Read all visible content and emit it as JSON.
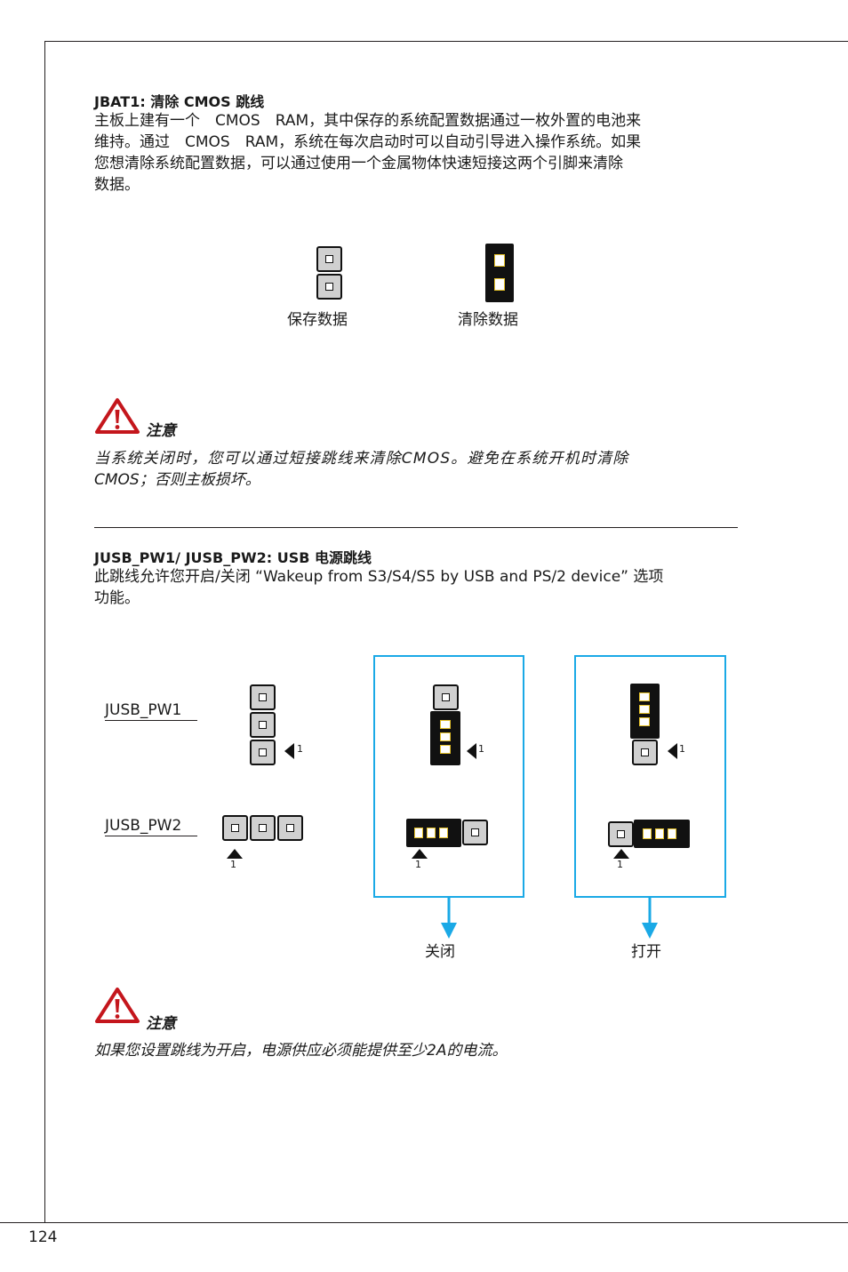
{
  "page_number": "124",
  "jbat": {
    "heading": "JBAT1: 清除 CMOS 跳线",
    "lines": [
      "主板上建有一个　CMOS　RAM，其中保存的系统配置数据通过一枚外置的电池来",
      "维持。通过　CMOS　RAM，系统在每次启动时可以自动引导进入操作系统。如果",
      "您想清除系统配置数据，可以通过使用一个金属物体快速短接这两个引脚来清除",
      "数据。"
    ],
    "label_keep": "保存数据",
    "label_clear": "清除数据"
  },
  "note1": {
    "label": "注意",
    "lines": [
      "当系统关闭时，您可以通过短接跳线来清除CMOS。避免在系统开机时清除",
      "CMOS；否则主板损坏。"
    ]
  },
  "jusb": {
    "heading": "JUSB_PW1/ JUSB_PW2: USB 电源跳线",
    "lines": [
      "此跳线允许您开启/关闭 “Wakeup from S3/S4/S5 by USB and PS/2 device” 选项",
      "功能。"
    ],
    "label_pw1": "JUSB_PW1",
    "label_pw2": "JUSB_PW2",
    "pin_one": "1",
    "label_off": "关闭",
    "label_on": "打开"
  },
  "note2": {
    "label": "注意",
    "text": "如果您设置跳线为开启，电源供应必须能提供至少2A的电流。"
  },
  "colors": {
    "accent_blue": "#1aa9e6",
    "warning_red": "#c4161c",
    "jumper_cap": "#111111",
    "jumper_slot": "#e6c229"
  }
}
